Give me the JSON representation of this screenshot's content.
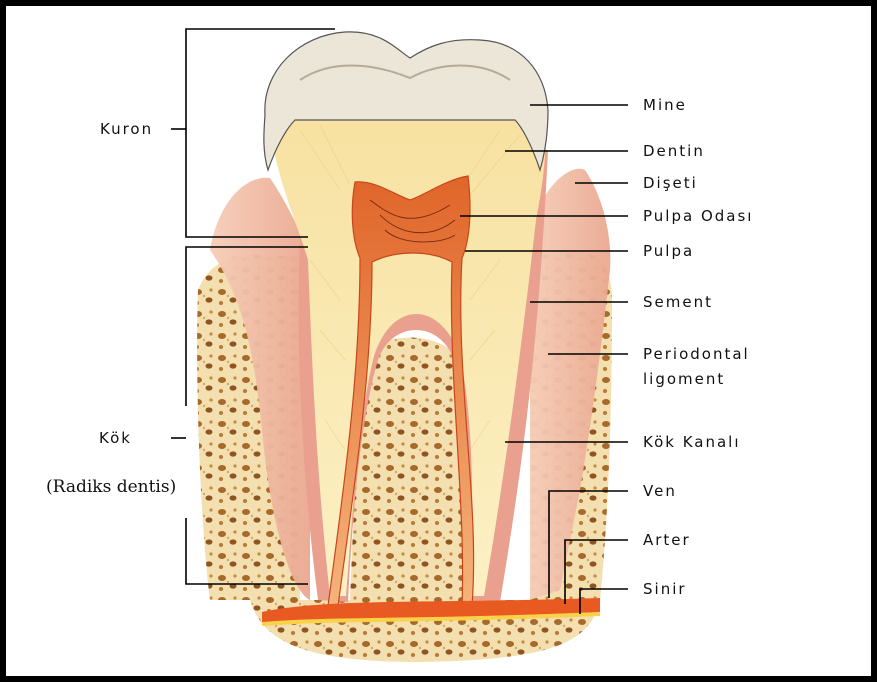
{
  "labels": {
    "kuron": "Kuron",
    "kok": "Kök",
    "radiks": "(Radiks dentis)",
    "mine": "Mine",
    "dentin": "Dentin",
    "diseti": "Dişeti",
    "pulpa_odasi": "Pulpa Odası",
    "pulpa": "Pulpa",
    "sement": "Sement",
    "periodontal_1": "Periodontal",
    "periodontal_2": "ligoment",
    "kok_kanali": "Kök Kanalı",
    "ven": "Ven",
    "arter": "Arter",
    "sinir": "Sinir"
  },
  "colors": {
    "frame": "#000000",
    "background": "#ffffff",
    "enamel": "#ece6d8",
    "dentin": "#fbe9a6",
    "pulp": "#e87a3a",
    "gum": "#f0b8a0",
    "cementum": "#e9a08e",
    "bone": "#f3dfb0",
    "bone_pores": "#a86a2a",
    "vessel_band": "#e85a22"
  }
}
